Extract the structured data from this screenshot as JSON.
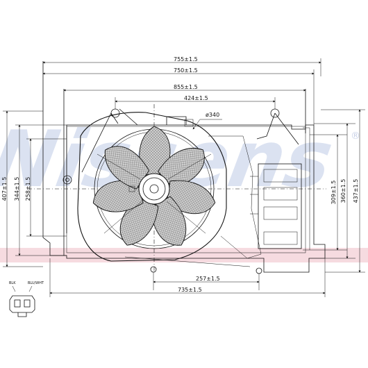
{
  "watermark": {
    "brand": "Nissens",
    "registered_mark": "®",
    "band_color": "#f6dbe0",
    "text_color": "#dbe2f1"
  },
  "dimensions": {
    "overall_width": "755±1.5",
    "frame_width": "750±1.5",
    "shroud_width": "855±1.5",
    "mount_spacing": "424±1.5",
    "fan_diameter": "ø340",
    "bottom_span": "257±1.5",
    "bottom_width": "735±1.5",
    "left_height_outer": "407±1.5",
    "left_height_mid": "344±1.5",
    "left_height_inner": "258±1.5",
    "right_height_inner": "309±1.5",
    "right_height_mid": "360±1.5",
    "right_height_outer": "437±1.5"
  },
  "connector": {
    "pin1_label": "BLK",
    "pin2_label": "BLU/WHT"
  }
}
